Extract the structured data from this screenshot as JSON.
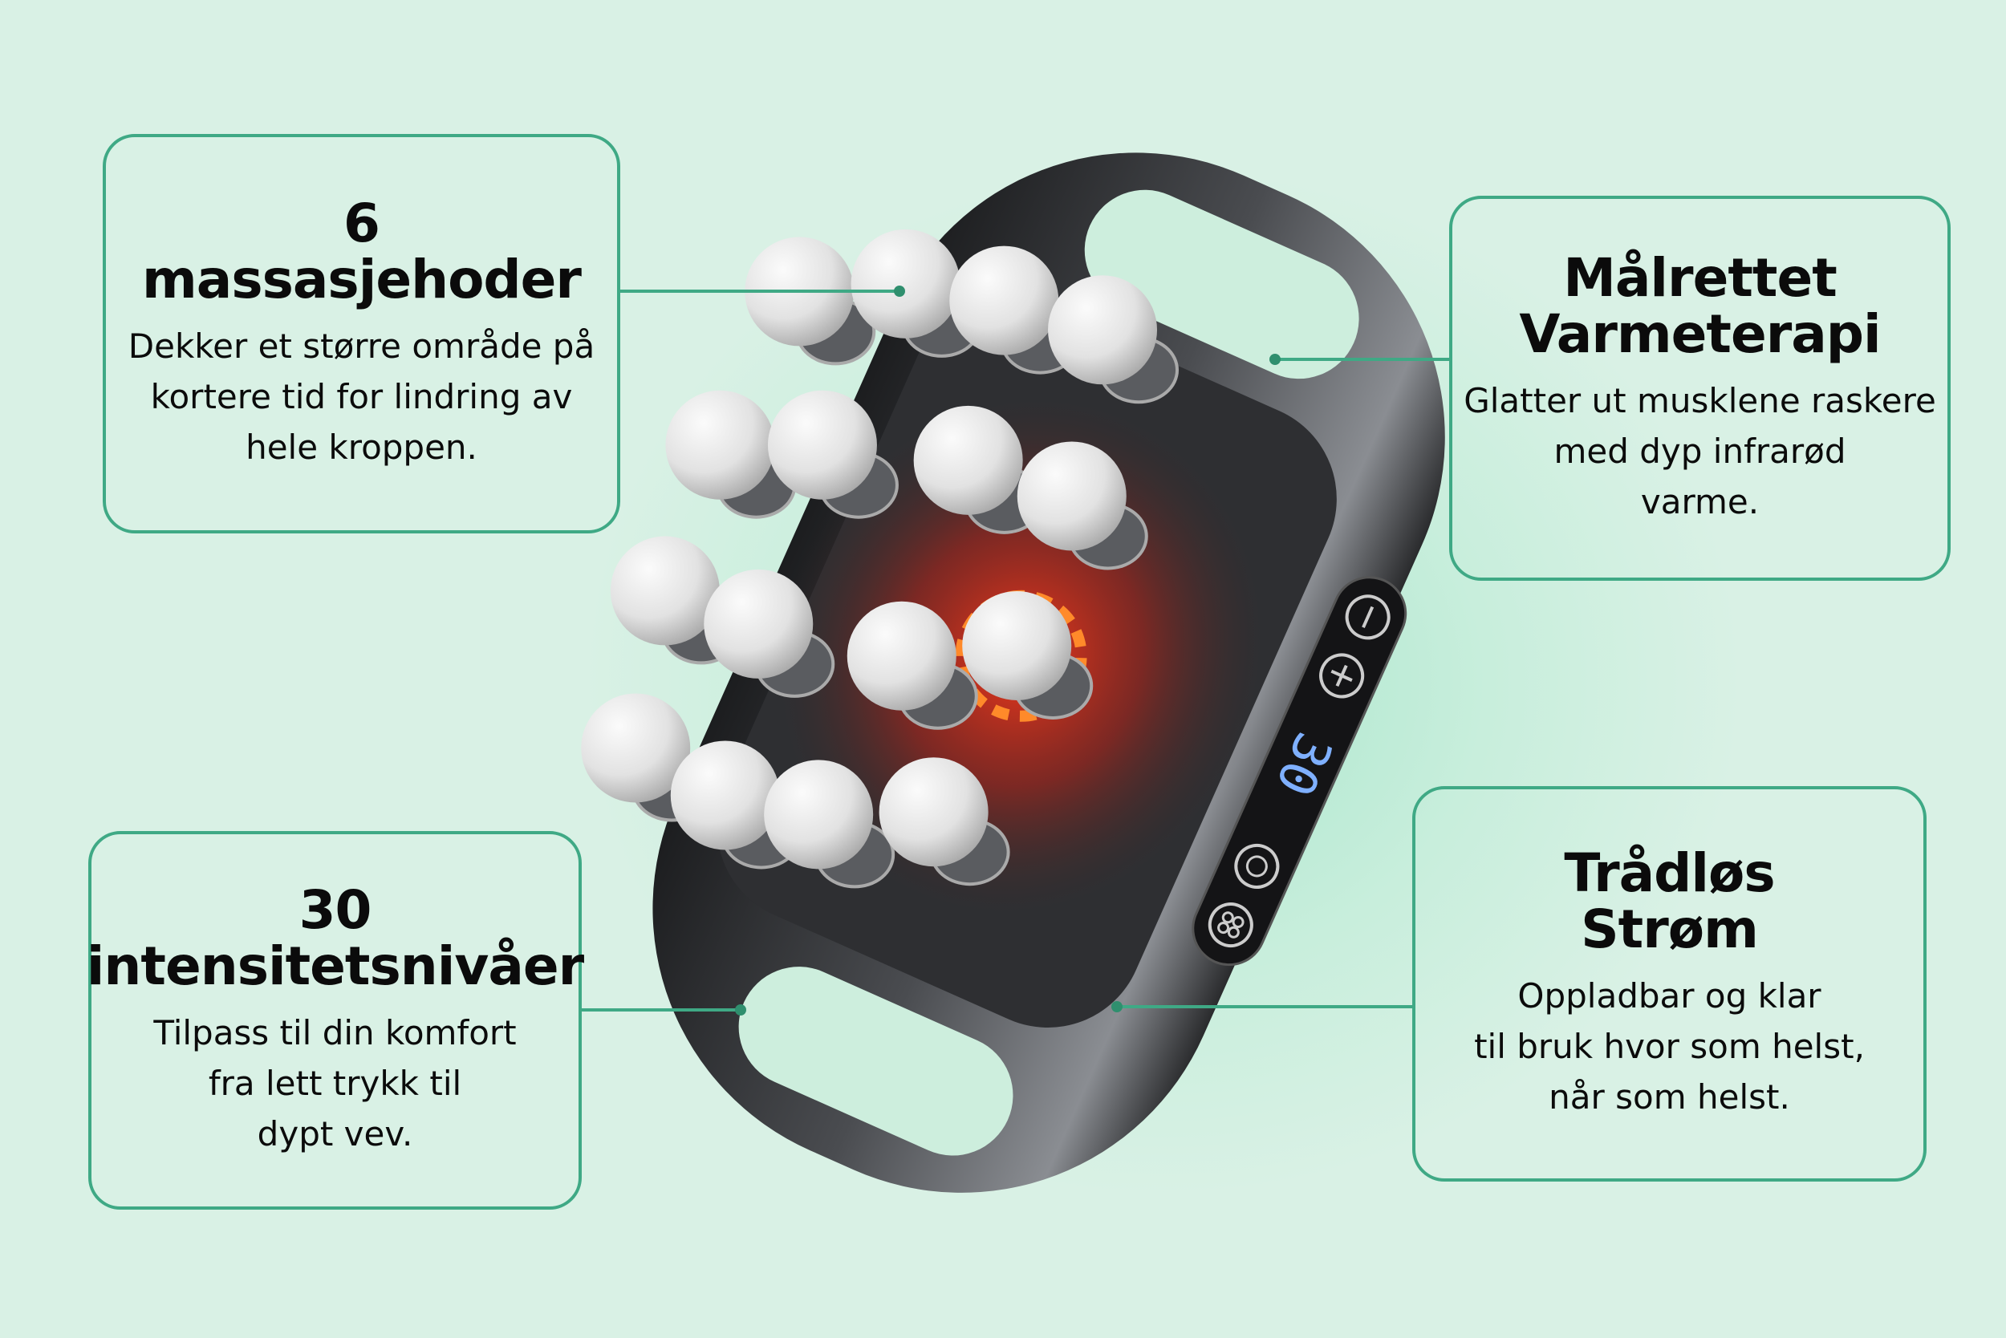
{
  "features": [
    {
      "title_line1": "6",
      "title_line2": "massasjehoder",
      "desc": [
        "Dekker et større område på",
        "kortere tid for lindring av",
        "hele kroppen."
      ]
    },
    {
      "title_line1": "Målrettet",
      "title_line2": "Varmeterapi",
      "desc": [
        "Glatter ut musklene raskere",
        "med dyp infrarød",
        "varme."
      ]
    },
    {
      "title_line1": "30",
      "title_line2": "intensitetsnivåer",
      "desc": [
        "Tilpass til din komfort",
        "fra lett trykk til",
        "dypt vev."
      ]
    },
    {
      "title_line1": "Trådløs",
      "title_line2": "Strøm",
      "desc": [
        "Oppladbar og klar",
        "til bruk hvor som helst,",
        "når som helst."
      ]
    }
  ],
  "device": {
    "display_value": "30"
  },
  "colors": {
    "accent": "#3fa985",
    "background": "#d9f1e5"
  }
}
